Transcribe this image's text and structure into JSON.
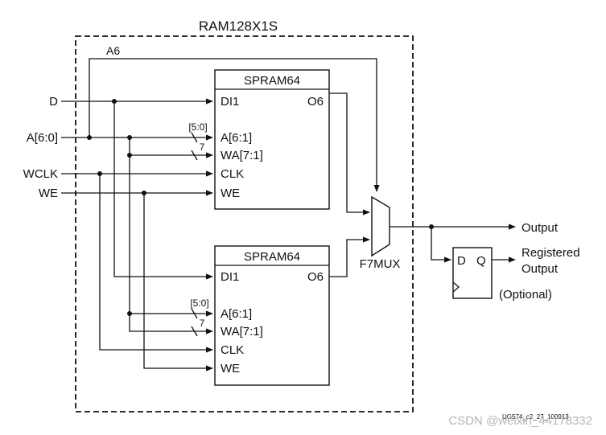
{
  "title": "RAM128X1S",
  "top_signal": "A6",
  "inputs": [
    "D",
    "A[6:0]",
    "WCLK",
    "WE"
  ],
  "blocks": [
    {
      "name": "SPRAM64",
      "ports_in": [
        "DI1",
        "A[6:1]",
        "WA[7:1]",
        "CLK",
        "WE"
      ],
      "port_out": "O6",
      "bus_a": "[5:0]",
      "bus_wa": "7"
    },
    {
      "name": "SPRAM64",
      "ports_in": [
        "DI1",
        "A[6:1]",
        "WA[7:1]",
        "CLK",
        "WE"
      ],
      "port_out": "O6",
      "bus_a": "[5:0]",
      "bus_wa": "7"
    }
  ],
  "mux_label": "F7MUX",
  "output_label": "Output",
  "registered_output": [
    "Registered",
    "Output"
  ],
  "flipflop": {
    "d": "D",
    "q": "Q"
  },
  "optional_label": "(Optional)",
  "figure_id": "UG574_c2_27_100913",
  "watermark": "CSDN @weixin_44178332"
}
